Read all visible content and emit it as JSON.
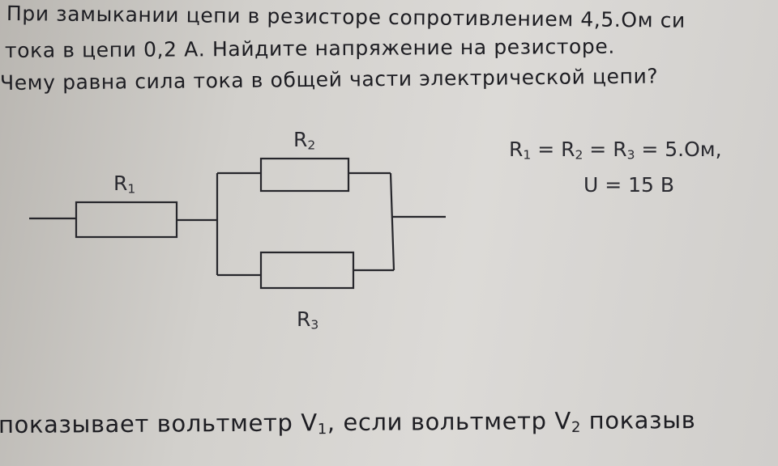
{
  "text": {
    "line1": "При замыкании цепи в резисторе сопротивлением 4,5.Ом си",
    "line2": "тока в цепи 0,2 А. Найдите напряжение на резисторе.",
    "line3": "Чему равна сила тока в общей части электрической цепи?",
    "line4_a": "показывает вольтметр V",
    "line4_a_sub": "1",
    "line4_b": ", если вольтметр V",
    "line4_b_sub": "2",
    "line4_c": " показыв"
  },
  "given": {
    "r1_letter": "R",
    "r1_sub": "1",
    "eq1": " = ",
    "r2_letter": "R",
    "r2_sub": "2",
    "eq2": " = ",
    "r3_letter": "R",
    "r3_sub": "3",
    "eq3_value": " = 5.Ом,",
    "voltage": "U = 15 В"
  },
  "circuit": {
    "r1": {
      "letter": "R",
      "sub": "1"
    },
    "r2": {
      "letter": "R",
      "sub": "2"
    },
    "r3": {
      "letter": "R",
      "sub": "3"
    }
  }
}
